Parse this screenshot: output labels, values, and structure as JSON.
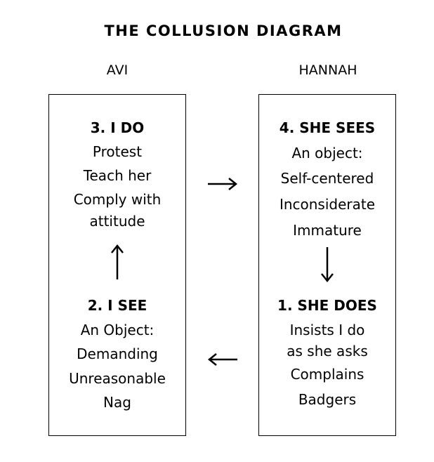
{
  "title": "THE COLLUSION DIAGRAM",
  "columns": {
    "left": "AVI",
    "right": "HANNAH"
  },
  "blocks": {
    "i_do": {
      "heading": "3. I DO",
      "lines": [
        "Protest",
        "Teach her",
        "Comply with",
        "attitude"
      ]
    },
    "i_see": {
      "heading": "2. I SEE",
      "lines": [
        "An Object:",
        "Demanding",
        "Unreasonable",
        "Nag"
      ]
    },
    "she_sees": {
      "heading": "4. SHE SEES",
      "lines": [
        "An object:",
        "Self-centered",
        "Inconsiderate",
        "Immature"
      ]
    },
    "she_does": {
      "heading": "1. SHE DOES",
      "lines": [
        "Insists I do",
        "as she asks",
        "Complains",
        "Badgers"
      ]
    }
  },
  "arrows": [
    "right-arrow",
    "left-arrow",
    "up-arrow",
    "down-arrow"
  ],
  "colors": {
    "ink": "#000000",
    "background": "#ffffff"
  }
}
